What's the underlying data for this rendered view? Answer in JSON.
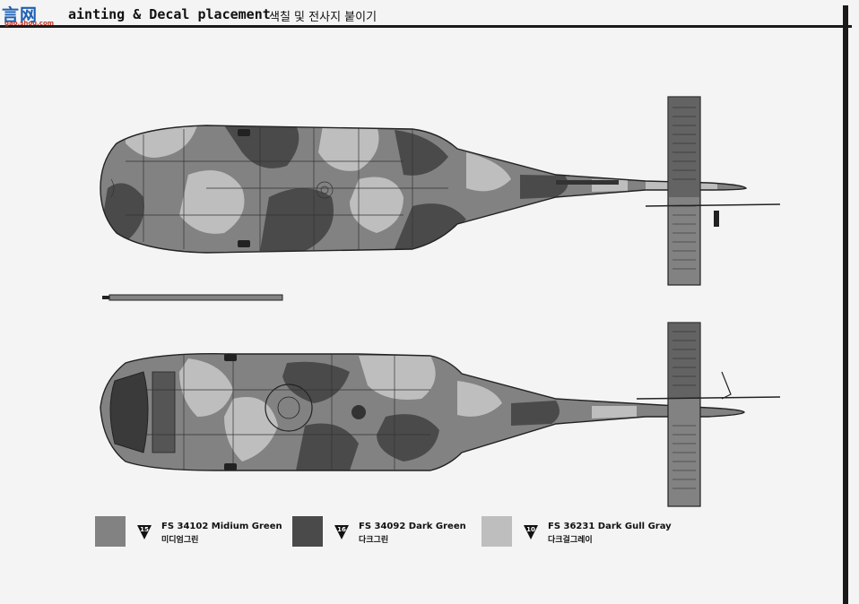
{
  "header": {
    "logo_glyphs": "言网",
    "logo_domain": "gao.shou.com",
    "title": "ainting & Decal placement",
    "title_ko": "색칠 및 전사지 붙이기"
  },
  "colors": {
    "medium_green": "#828282",
    "dark_green": "#4a4a4a",
    "dark_gull_gray": "#bebebe",
    "outline": "#222222"
  },
  "legend": [
    {
      "number": "15",
      "code": "FS 34102 Midium Green",
      "name_ko": "미디엄그린",
      "color": "#828282"
    },
    {
      "number": "16",
      "code": "FS 34092 Dark Green",
      "name_ko": "다크그린",
      "color": "#4a4a4a"
    },
    {
      "number": "10",
      "code": "FS 36231 Dark Gull Gray",
      "name_ko": "다크걸그레이",
      "color": "#bebebe"
    }
  ]
}
